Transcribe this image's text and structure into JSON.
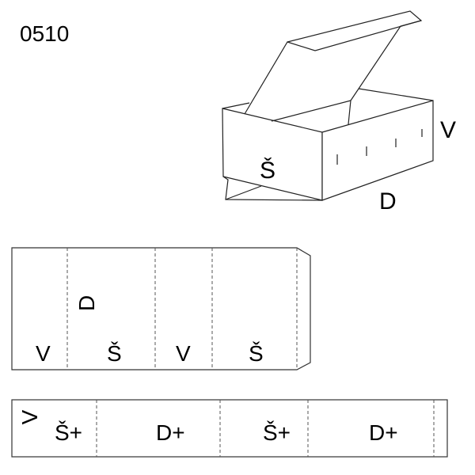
{
  "code": "0510",
  "box_labels": {
    "width": "Š",
    "height": "V",
    "length": "D"
  },
  "panel1_labels": {
    "v1": "V",
    "s1": "Š",
    "v2": "V",
    "s2": "Š",
    "d": "D"
  },
  "panel2_labels": {
    "v": "V",
    "s1": "Š+",
    "d1": "D+",
    "s2": "Š+",
    "d2": "D+"
  }
}
